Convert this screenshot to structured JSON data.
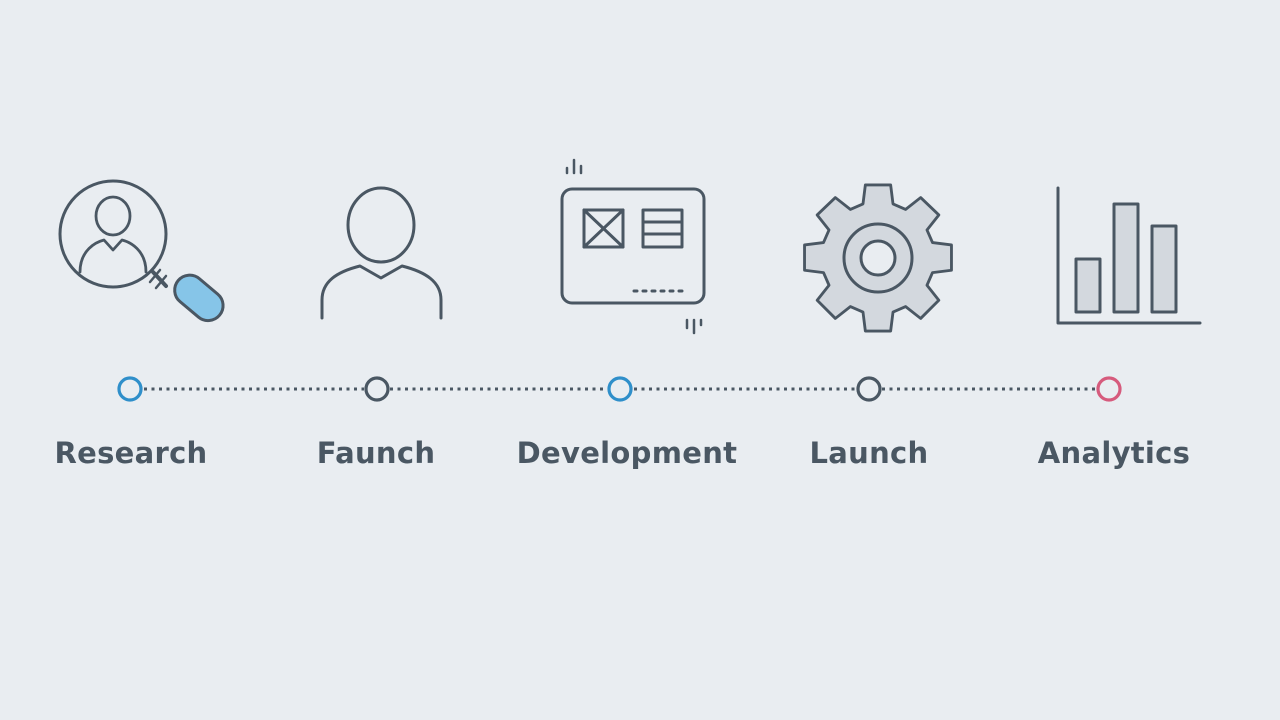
{
  "colors": {
    "background": "#e9edf1",
    "stroke": "#4a5763",
    "fill_gray": "#d3d8de",
    "accent_blue": "#2f8fca",
    "accent_light_blue": "#86c5e8",
    "accent_pink": "#d65b7d",
    "dotted_line": "#4a5763"
  },
  "steps": [
    {
      "label": "Research",
      "icon": "magnifier-person-icon",
      "node_color": "#2f8fca"
    },
    {
      "label": "Faunch",
      "icon": "person-icon",
      "node_color": "#4a5763"
    },
    {
      "label": "Development",
      "icon": "wireframe-card-icon",
      "node_color": "#2f8fca"
    },
    {
      "label": "Launch",
      "icon": "gear-icon",
      "node_color": "#4a5763"
    },
    {
      "label": "Analytics",
      "icon": "bar-chart-icon",
      "node_color": "#d65b7d"
    }
  ]
}
